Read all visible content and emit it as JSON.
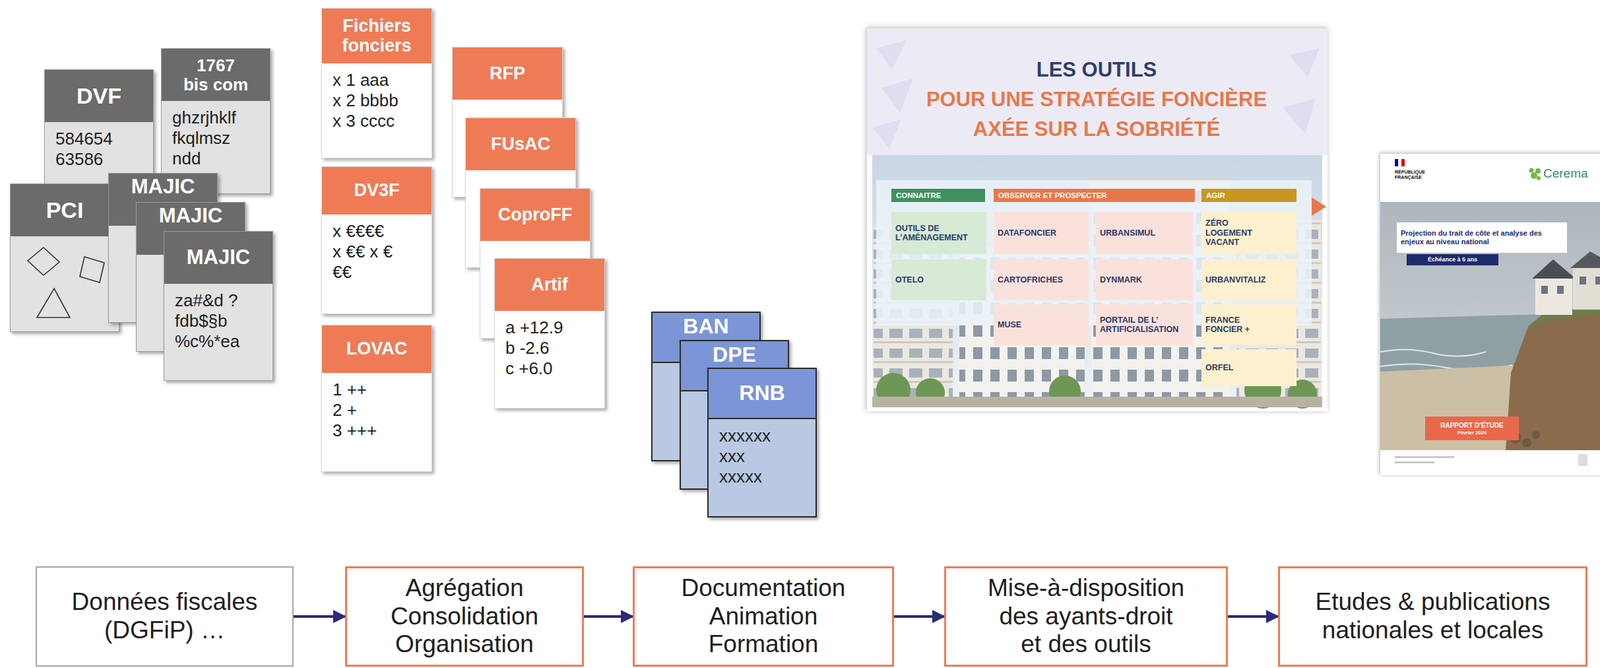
{
  "diagram": {
    "nodes": [
      {
        "text": [
          "DVF",
          "584654 63586"
        ]
      },
      {
        "text": [
          "1767 bis com",
          "ghzrjhklf fkqlmsz ndd"
        ]
      },
      {
        "text": [
          "PCI"
        ]
      },
      {
        "text": [
          "MAJIC"
        ]
      },
      {
        "text": [
          "MAJIC"
        ]
      },
      {
        "text": [
          "MAJIC",
          "za#&d ?fdb$§b %c%*ea"
        ]
      },
      {
        "text": [
          "Fichiers fonciers",
          "x 1 aaa x 2 bbbb x 3 cccc"
        ]
      },
      {
        "text": [
          "DV3F",
          "x €€€€ x €€ x €€€"
        ]
      },
      {
        "text": [
          "LOVAC",
          "1 ++ 2 + 3 +++"
        ]
      },
      {
        "text": [
          "RFP"
        ]
      },
      {
        "text": [
          "FUsAC"
        ]
      },
      {
        "text": [
          "CoproFF"
        ]
      },
      {
        "text": [
          "Artif",
          "a +12.9 b -2.6 c +6.0"
        ]
      },
      {
        "text": [
          "BAN"
        ]
      },
      {
        "text": [
          "DPE"
        ]
      },
      {
        "text": [
          "RNB",
          "xxxxxx xxx xxxxx"
        ]
      },
      {
        "text": [
          "LES OUTILS",
          "POUR UNE STRATÉGIE FONCIÈRE AXÉE SUR LA SOBRIÉTÉ"
        ]
      },
      {
        "text": [
          "CONNAITRE"
        ],
        "in": 16
      },
      {
        "text": [
          "OBSERVER ET PROSPECTER"
        ],
        "in": 16
      },
      {
        "text": [
          "AGIR"
        ],
        "in": 16
      },
      {
        "text": [
          "OUTILS DE L’AMÉNAGEMENT"
        ],
        "in": 16
      },
      {
        "text": [
          "OTELO"
        ],
        "in": 16
      },
      {
        "text": [
          "DATAFONCIER"
        ],
        "in": 16
      },
      {
        "text": [
          "CARTOFRICHES"
        ],
        "in": 16
      },
      {
        "text": [
          "MUSE"
        ],
        "in": 16
      },
      {
        "text": [
          "URBANSIMUL"
        ],
        "in": 16
      },
      {
        "text": [
          "DYNMARK"
        ],
        "in": 16
      },
      {
        "text": [
          "PORTAIL DE L’ ARTIFICIALISATION"
        ],
        "in": 16
      },
      {
        "text": [
          "ZÉRO LOGEMENT VACANT"
        ],
        "in": 16
      },
      {
        "text": [
          "URBANVITALIZ"
        ],
        "in": 16
      },
      {
        "text": [
          "FRANCE FONCIER +"
        ],
        "in": 16
      },
      {
        "text": [
          "ORFEL"
        ],
        "in": 16
      },
      {
        "text": [
          "RÉPUBLIQUE FRANÇAISE",
          "Cerema"
        ]
      },
      {
        "text": [
          "Projection du trait de côte et analyse des enjeux au niveau national"
        ],
        "in": 32
      },
      {
        "text": [
          "Échéance à 5 ans"
        ],
        "in": 32
      },
      {
        "text": [
          "RAPPORT D’ÉTUDE",
          "Février 2024"
        ],
        "in": 32
      },
      {
        "text": [
          "Données fiscales (DGFiP) …"
        ]
      },
      {
        "text": [
          "Agrégation Consolidation Organisation"
        ]
      },
      {
        "text": [
          "Documentation Animation Formation"
        ]
      },
      {
        "text": [
          "Mise-à-disposition des ayants-droit et des outils"
        ]
      },
      {
        "text": [
          "Etudes & publications nationales et locales"
        ]
      }
    ],
    "edges": [
      {
        "from": 36,
        "to": 37,
        "arrow": "to"
      },
      {
        "from": 37,
        "to": 38,
        "arrow": "to"
      },
      {
        "from": 38,
        "to": 39,
        "arrow": "to"
      },
      {
        "from": 39,
        "to": 40,
        "arrow": "to"
      }
    ]
  }
}
